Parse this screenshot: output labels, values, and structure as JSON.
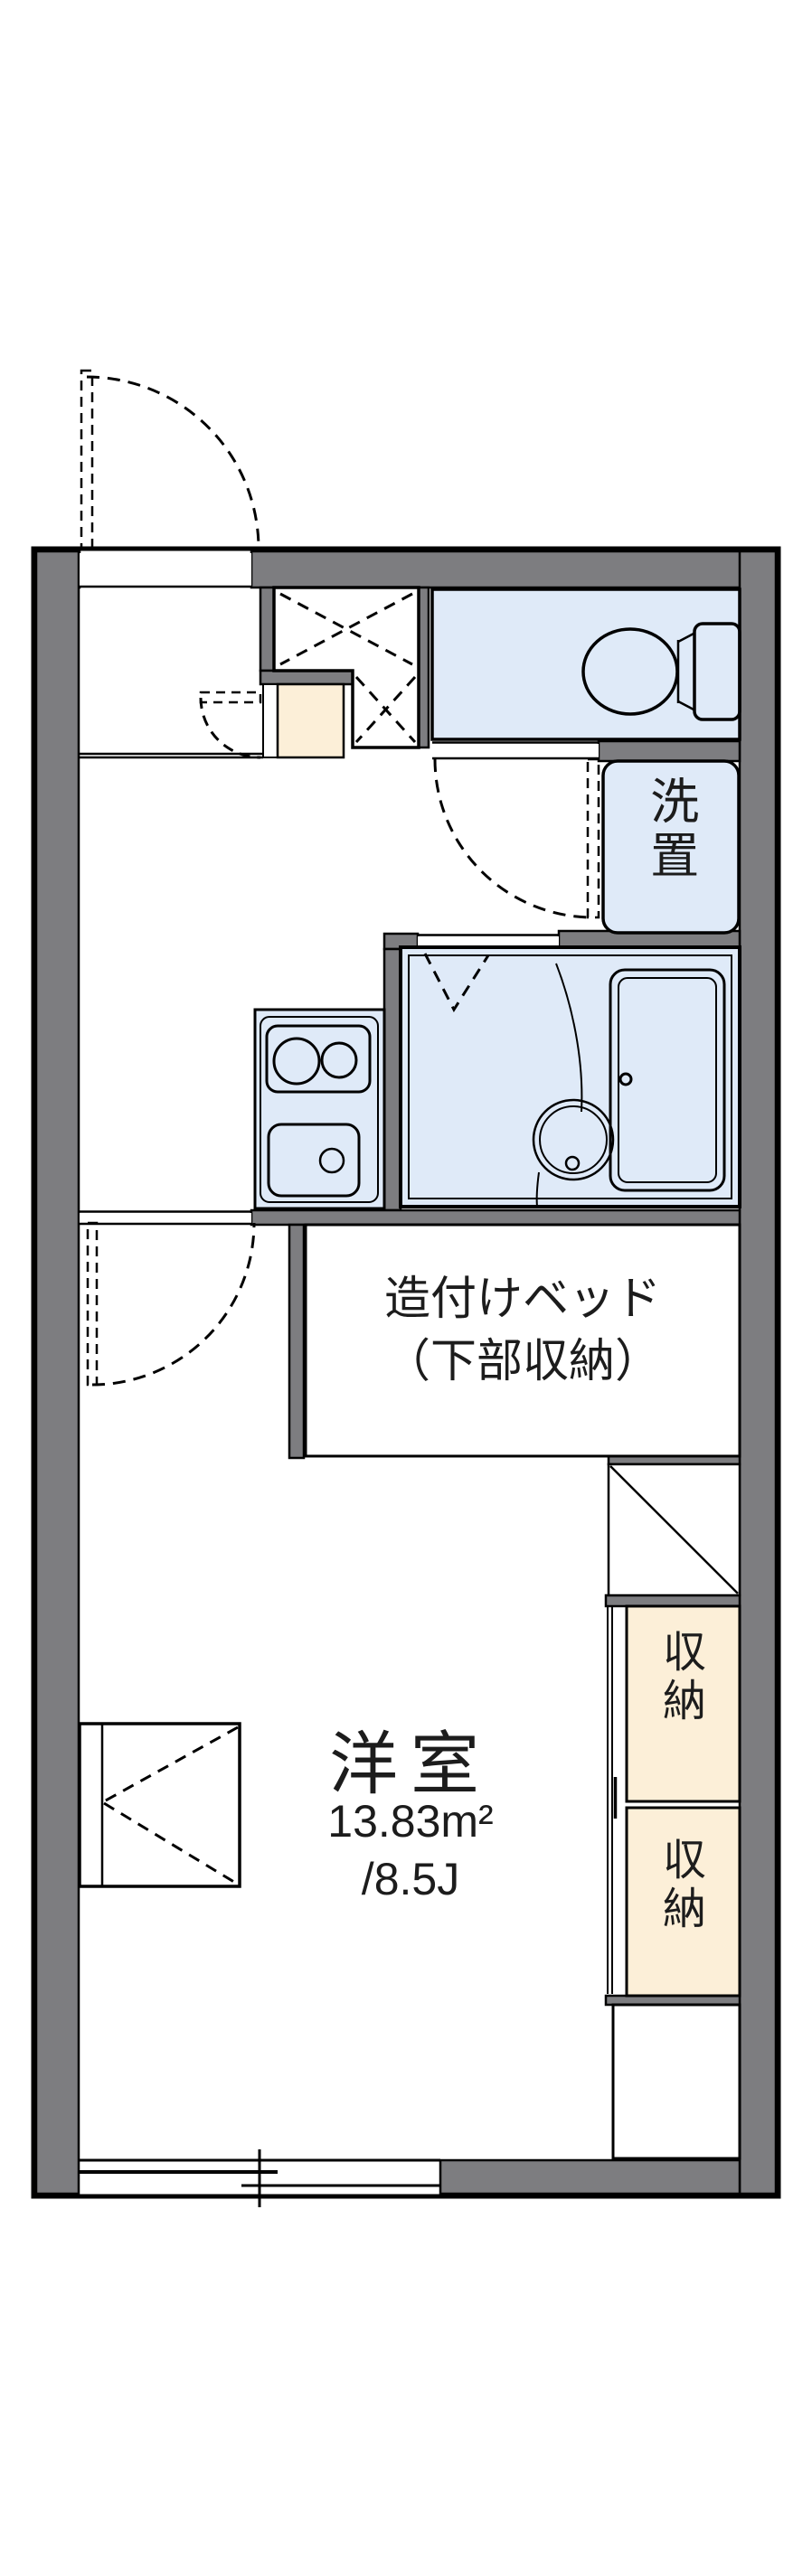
{
  "floor_plan": {
    "type": "japanese-apartment-floor-plan",
    "rooms": {
      "laundry": {
        "label": "洗置"
      },
      "built_in_bed": {
        "label_line1": "造付けベッド",
        "label_line2": "（下部収納）"
      },
      "western_room": {
        "name": "洋室",
        "area_m2": "13.83m²",
        "area_tatami": "/8.5J"
      },
      "closet_top": {
        "label": "収納"
      },
      "closet_bottom": {
        "label": "収納"
      }
    },
    "colors": {
      "wall_gray": "#7d7d80",
      "wet_area_blue": "#dfeaf8",
      "storage_cream": "#fcefd8",
      "line_black": "#000000",
      "background": "#ffffff"
    }
  }
}
